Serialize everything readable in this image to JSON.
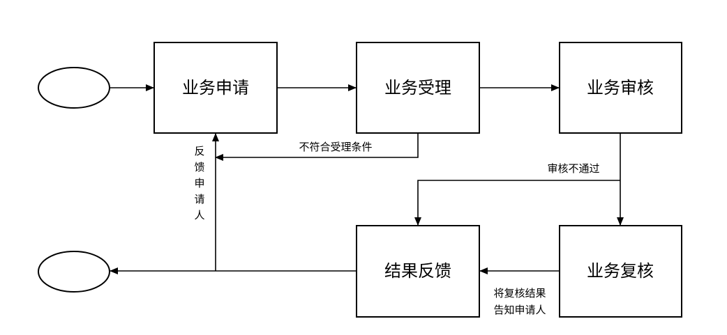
{
  "nodes": {
    "apply": "业务申请",
    "accept": "业务受理",
    "review": "业务审核",
    "recheck": "业务复核",
    "feedback": "结果反馈"
  },
  "edges": {
    "not_eligible": "不符合受理条件",
    "review_failed": "审核不通过",
    "feedback_applicant": [
      "反",
      "馈",
      "申",
      "请",
      "人"
    ],
    "notify_line1": "将复核结果",
    "notify_line2": "告知申请人"
  }
}
